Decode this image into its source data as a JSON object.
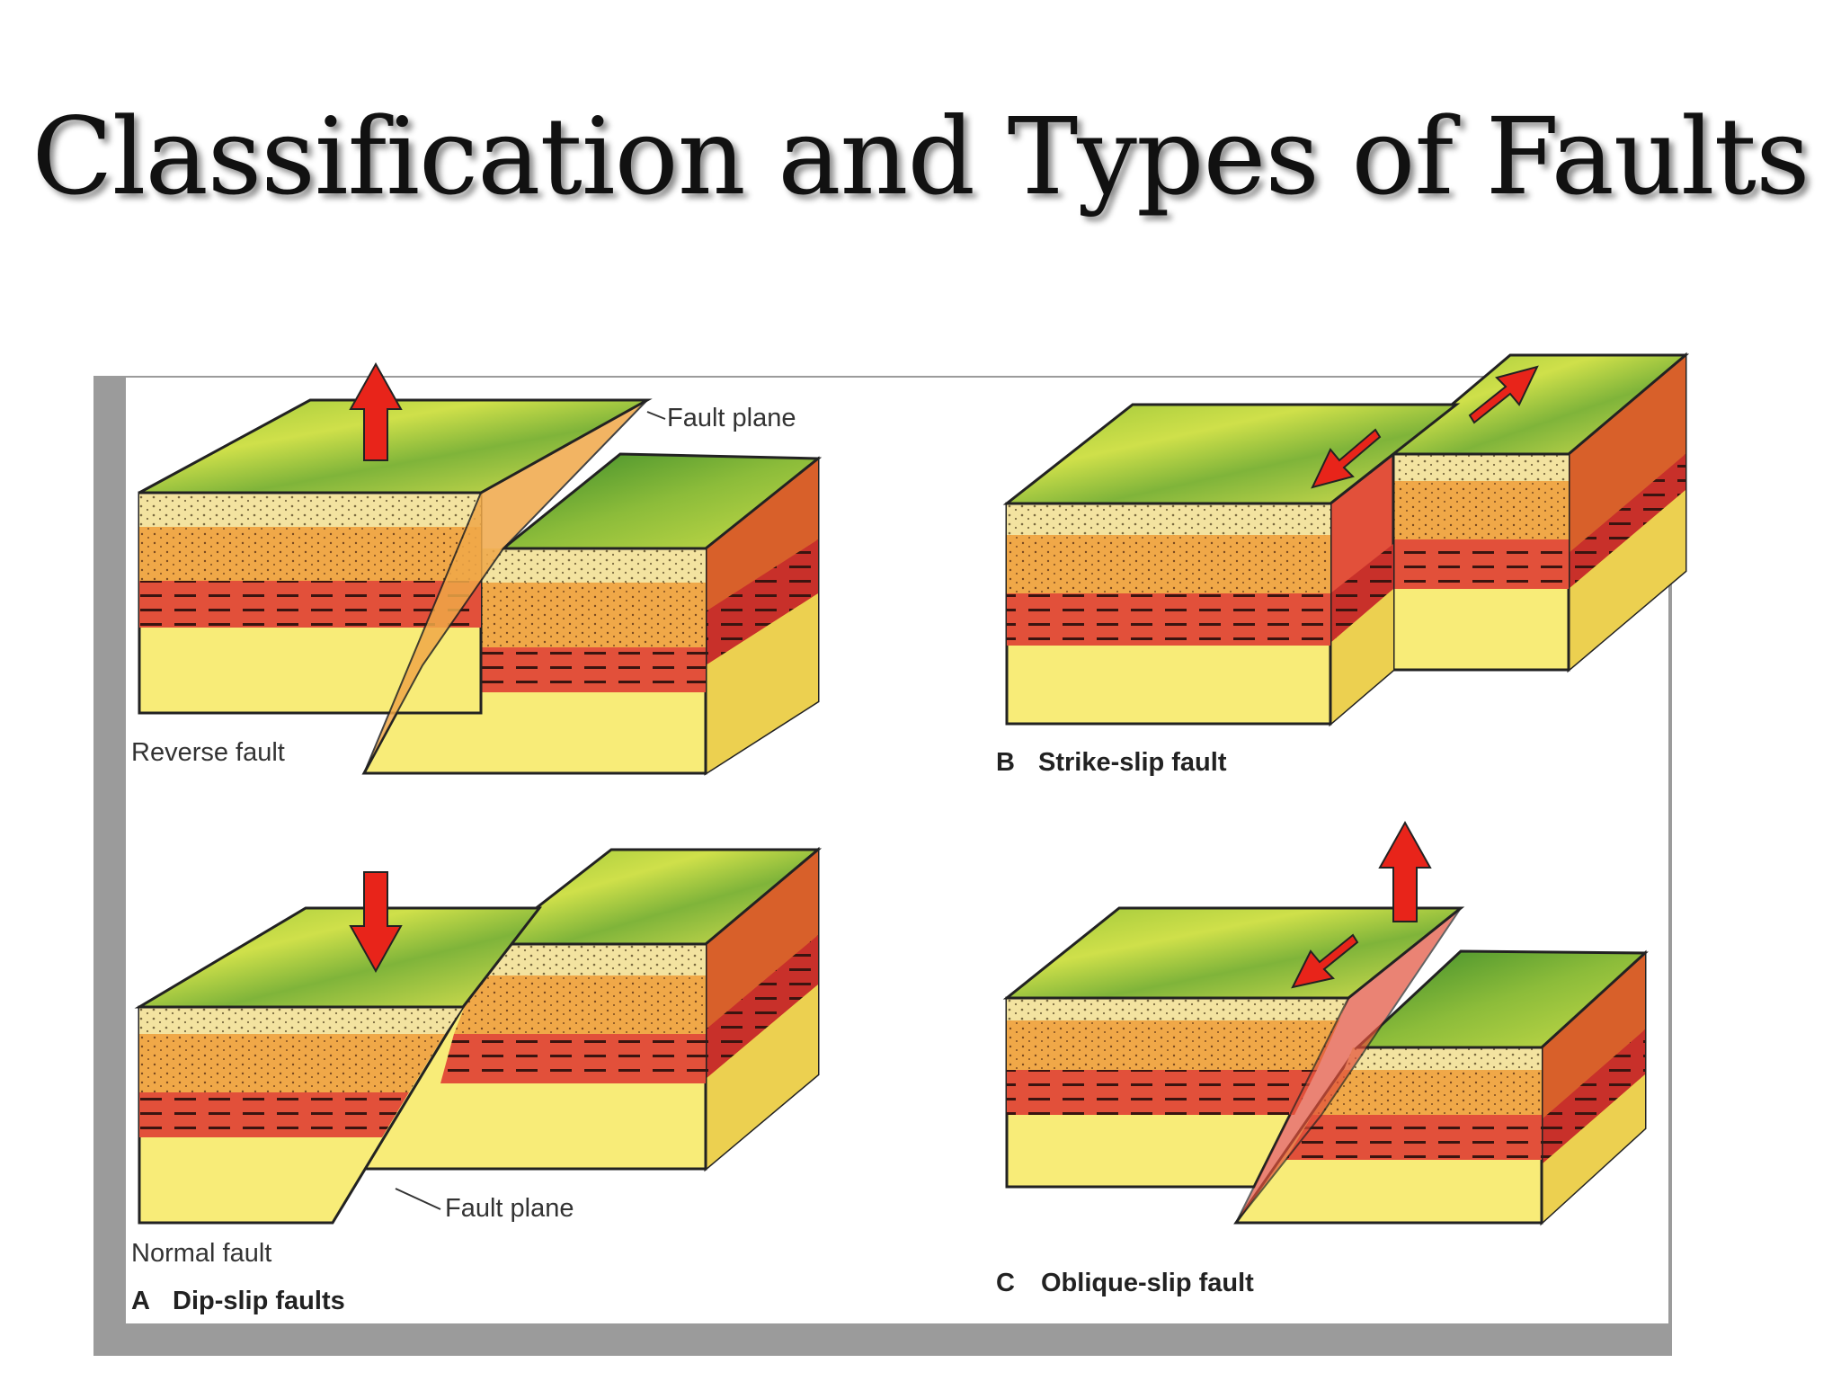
{
  "page": {
    "title": "Classification and Types of Faults"
  },
  "labels": {
    "fault_plane_top": "Fault plane",
    "reverse_fault": "Reverse fault",
    "strike_slip_letter": "B",
    "strike_slip": "Strike-slip fault",
    "fault_plane_bottom": "Fault plane",
    "normal_fault": "Normal fault",
    "dip_slip_letter": "A",
    "dip_slip": "Dip-slip faults",
    "oblique_letter": "C",
    "oblique": "Oblique-slip fault"
  },
  "colors": {
    "ground_top": "#b8d43a",
    "sand": "#f3e3a0",
    "orange_sand": "#f0a848",
    "red_shale": "#e2503a",
    "yellow_base": "#f8ec78",
    "arrow_red": "#e8241a"
  }
}
